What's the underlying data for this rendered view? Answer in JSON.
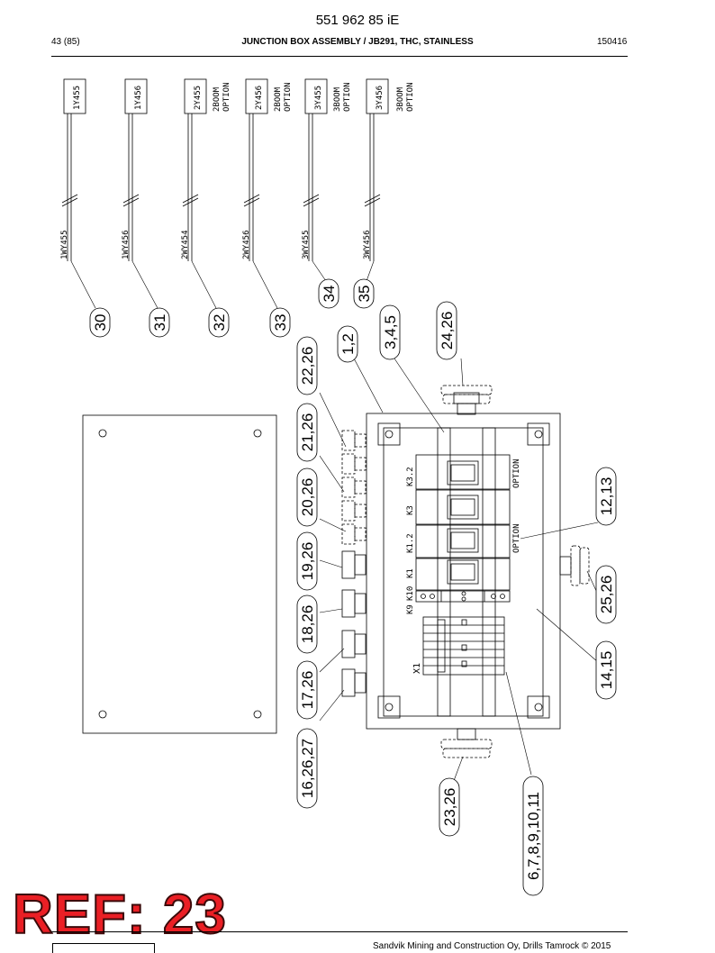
{
  "header": {
    "doc_number": "551 962 85 iE",
    "page": "43 (85)",
    "title": "JUNCTION BOX ASSEMBLY / JB291, THC, STAINLESS",
    "date": "150416"
  },
  "cables": [
    {
      "tag": "1Y455",
      "wire": "1WY455",
      "note1": "",
      "note2": ""
    },
    {
      "tag": "1Y456",
      "wire": "1WY456",
      "note1": "",
      "note2": ""
    },
    {
      "tag": "2Y455",
      "wire": "2WY454",
      "note1": "2BOOM",
      "note2": "OPTION"
    },
    {
      "tag": "2Y456",
      "wire": "2WY456",
      "note1": "2BOOM",
      "note2": "OPTION"
    },
    {
      "tag": "3Y455",
      "wire": "3WY455",
      "note1": "3BOOM",
      "note2": "OPTION"
    },
    {
      "tag": "3Y456",
      "wire": "3WY456",
      "note1": "3BOOM",
      "note2": "OPTION"
    }
  ],
  "box_labels": {
    "k32": "K3.2",
    "k3": "K3",
    "k12": "K1.2",
    "k1": "K1",
    "k10": "K10",
    "k9": "K9",
    "x1": "X1",
    "option_a": "OPTION",
    "option_b": "OPTION"
  },
  "callouts": {
    "c30": "30",
    "c31": "31",
    "c32": "32",
    "c33": "33",
    "c34": "34",
    "c35": "35",
    "c12": "1,2",
    "c345": "3,4,5",
    "c2426": "24,26",
    "c2226": "22,26",
    "c2126": "21,26",
    "c2026": "20,26",
    "c1926": "19,26",
    "c1826": "18,26",
    "c1726": "17,26",
    "c162627": "16,26,27",
    "c1213": "12,13",
    "c2526": "25,26",
    "c1415": "14,15",
    "c2326": "23,26",
    "c67891011": "6,7,8,9,10,11"
  },
  "stamp": {
    "text": "REF: 23"
  },
  "footer": {
    "text": "Sandvik Mining and Construction Oy, Drills Tamrock © 2015"
  }
}
